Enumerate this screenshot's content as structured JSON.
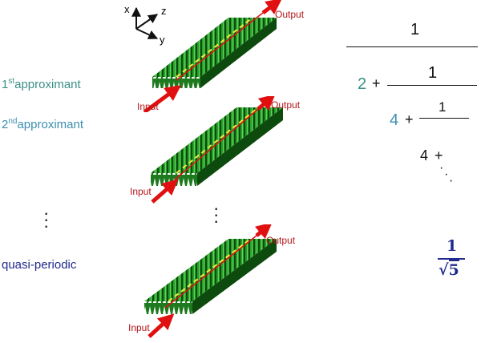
{
  "axes": {
    "x": "x",
    "y": "y",
    "z": "z"
  },
  "labels": {
    "approx1_num": "1",
    "approx1_sup": "st",
    "approx1_text": "approximant",
    "approx2_num": "2",
    "approx2_sup": "nd",
    "approx2_text": "approximant",
    "quasi": "quasi-periodic"
  },
  "io": {
    "input": "Input",
    "output": "Output"
  },
  "fraction": {
    "top_numerator": "1",
    "level1_term": "2",
    "level1_numerator": "1",
    "level2_term": "4",
    "level2_numerator": "1",
    "level3_term": "4",
    "plus": "+",
    "golden_numerator": "1",
    "golden_radicand": "5",
    "golden_radical": "√"
  },
  "colors": {
    "grating_green": "#1e8f1e",
    "grating_dark": "#0d4a0d",
    "arrow_red": "#e01010",
    "beam_yellow": "#f2ee3a",
    "teal": "#3a8f86",
    "blue": "#3c8fb0",
    "navy": "#1f2a8c"
  }
}
